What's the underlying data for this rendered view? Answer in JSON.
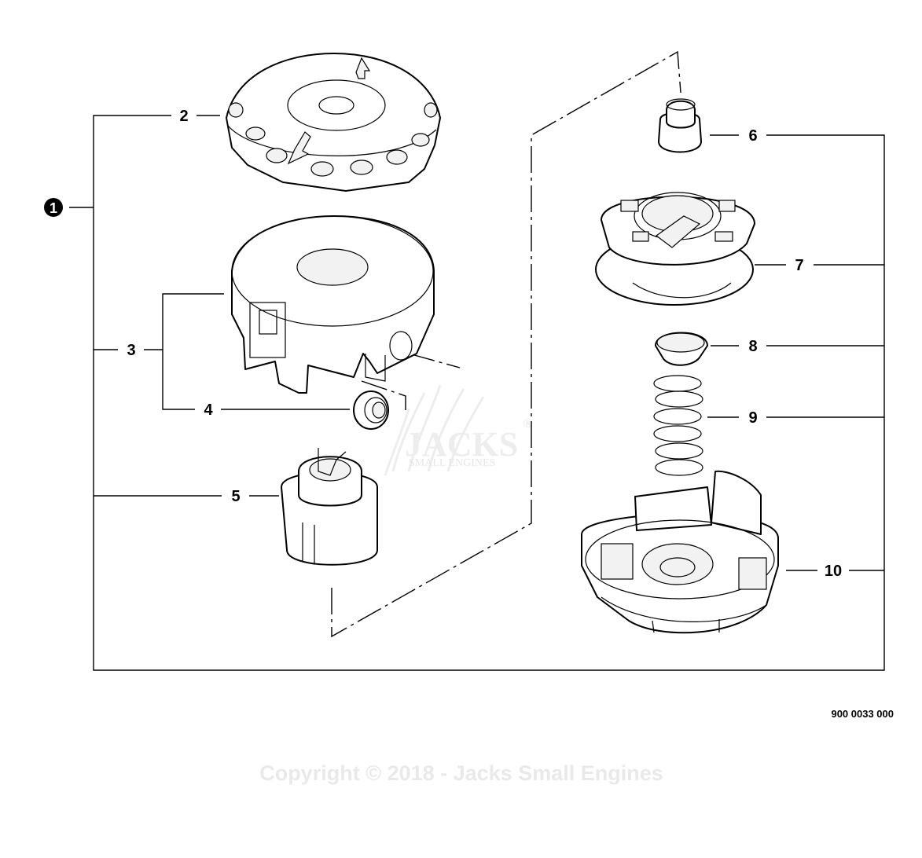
{
  "callouts": {
    "assembly": "1",
    "part_2": "2",
    "part_3": "3",
    "part_4": "4",
    "part_5": "5",
    "part_6": "6",
    "part_7": "7",
    "part_8": "8",
    "part_9": "9",
    "part_10": "10"
  },
  "diagram_code": "900 0033 000",
  "watermark": {
    "logo_main": "JACKS",
    "logo_sub": "SMALL ENGINES",
    "registered": "®"
  },
  "copyright": "Copyright © 2018 - Jacks Small Engines"
}
